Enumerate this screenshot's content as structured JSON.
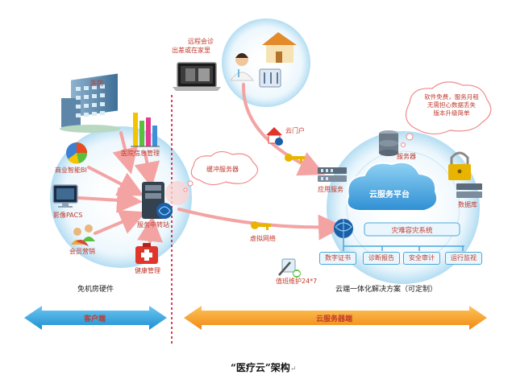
{
  "caption": "“医疗云”架构",
  "caption_mark": "↵",
  "client": {
    "hospital": "医院",
    "his": "医院信息管理",
    "bi": "商业智能BI",
    "pacs": "影像PACS",
    "member": "会员营销",
    "health": "健康管理",
    "relay": "服务中转站",
    "footer": "免机房硬件",
    "arrow": "客户端"
  },
  "cloud": {
    "remote": "远程会诊",
    "remote_sub": "出差或在家里",
    "portal": "云门户",
    "buffer": "缓冲服务器",
    "vnet": "虚拟网络",
    "app_service": "应用服务",
    "server": "服务器",
    "platform": "云服务平台",
    "database": "数据库",
    "dr": "灾难容灾系统",
    "bubble": [
      "软件免费，服务月租",
      "无需担心数据丢失",
      "版本升级简单"
    ],
    "functions": [
      "数字证书",
      "诊断报告",
      "安全审计",
      "运行监视"
    ],
    "maintenance": "值班维护24*7",
    "footer": "云端一体化解决方案（可定制）",
    "arrow": "云服务器端"
  },
  "colors": {
    "client_arrow": "#2aa3e4",
    "cloud_arrow": "#f39a1c",
    "link": "#f4a3a3",
    "divider": "#d0021b",
    "label_red": "#c0392b"
  }
}
